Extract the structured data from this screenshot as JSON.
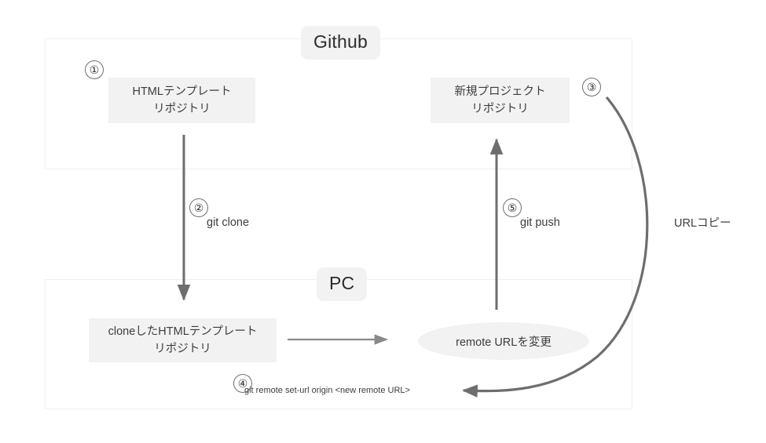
{
  "diagram": {
    "title_zones": {
      "github": "Github",
      "pc": "PC"
    },
    "nodes": {
      "template_repo_line1": "HTMLテンプレート",
      "template_repo_line2": "リポジトリ",
      "new_project_line1": "新規プロジェクト",
      "new_project_line2": "リポジトリ",
      "cloned_template_line1": "cloneしたHTMLテンプレート",
      "cloned_template_line2": "リポジトリ",
      "remote_url_change": "remote URLを変更"
    },
    "steps": {
      "one": "①",
      "two": "②",
      "three": "③",
      "four": "④",
      "five": "⑤"
    },
    "edge_labels": {
      "git_clone": "git clone",
      "git_push": "git push",
      "url_copy": "URLコピー",
      "set_url_command": "git remote set-url origin <new remote URL>"
    },
    "colors": {
      "node_fill": "#f2f2f2",
      "zone_border": "#f0f0f1",
      "arrow": "#6e6e6e",
      "text": "#3c3c3c"
    }
  }
}
